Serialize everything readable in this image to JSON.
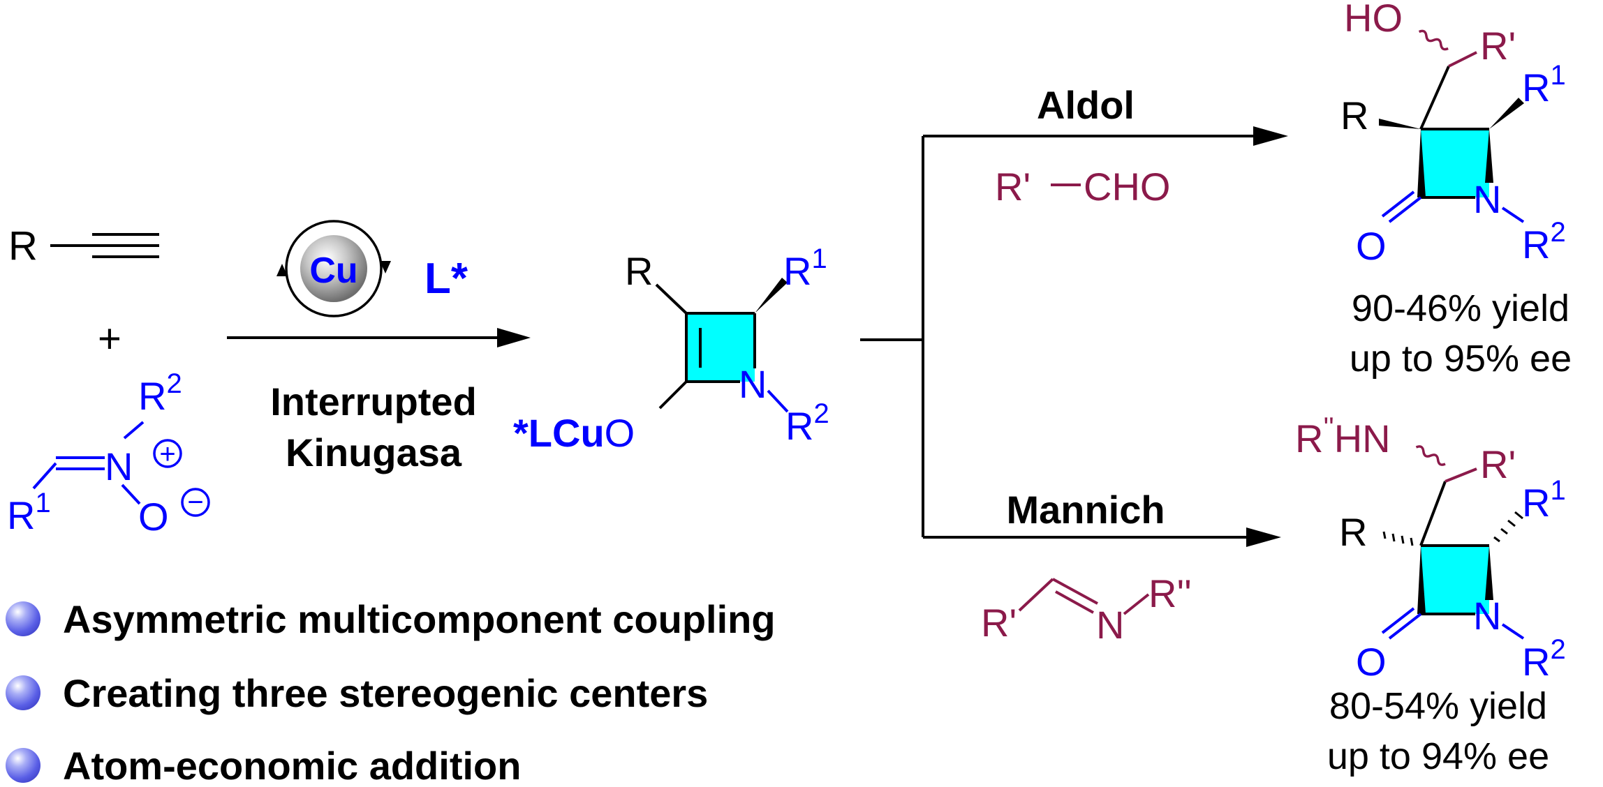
{
  "colors": {
    "black": "#000000",
    "blue": "#0000ff",
    "maroon": "#8b1a4a",
    "ring": "#cyan"
  },
  "reactants": {
    "alkyne_r": "R",
    "plus": "+",
    "nitrone_r2": "R",
    "nitrone_r2_sup": "2",
    "nitrone_n": "N",
    "nitrone_charge_plus": "+",
    "nitrone_o": "O",
    "nitrone_charge_minus": "−",
    "nitrone_r1": "R",
    "nitrone_r1_sup": "1"
  },
  "catalyst": {
    "metal": "Cu",
    "ligand": "L*",
    "reaction_line1": "Interrupted",
    "reaction_line2": "Kinugasa"
  },
  "intermediate": {
    "r": "R",
    "r1": "R",
    "r1_sup": "1",
    "n": "N",
    "r2": "R",
    "r2_sup": "2",
    "cu_prefix": "*LCu",
    "o": "O"
  },
  "aldol": {
    "label": "Aldol",
    "reagent_r": "R'",
    "reagent_cho": "CHO",
    "product_ho": "HO",
    "product_rprime": "R'",
    "product_r": "R",
    "product_r1": "R",
    "product_r1_sup": "1",
    "product_n": "N",
    "product_o": "O",
    "product_r2": "R",
    "product_r2_sup": "2",
    "yield": "90-46% yield",
    "ee": "up to 95% ee"
  },
  "mannich": {
    "label": "Mannich",
    "reagent_rprime": "R'",
    "reagent_n": "N",
    "reagent_rdouble": "R''",
    "product_hn_prefix": "R",
    "product_hn_mark": "''",
    "product_hn": "HN",
    "product_rprime": "R'",
    "product_r": "R",
    "product_r1": "R",
    "product_r1_sup": "1",
    "product_n": "N",
    "product_o": "O",
    "product_r2": "R",
    "product_r2_sup": "2",
    "yield": "80-54% yield",
    "ee": "up to 94% ee"
  },
  "features": [
    "Asymmetric multicomponent coupling",
    "Creating three stereogenic centers",
    "Atom-economic addition"
  ]
}
